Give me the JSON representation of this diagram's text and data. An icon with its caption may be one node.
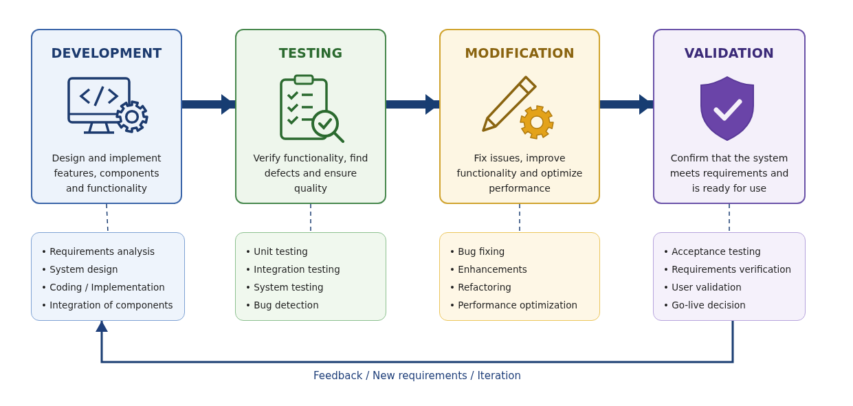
{
  "diagram": {
    "nodes": [
      {
        "text": [
          "DEVELOPMENT",
          "Design and implement features, components and functionality"
        ]
      },
      {
        "text": [
          "TESTING",
          "Verify functionality, find defects and ensure quality"
        ]
      },
      {
        "text": [
          "MODIFICATION",
          "Fix issues, improve functionality and optimize performance"
        ]
      },
      {
        "text": [
          "VALIDATION",
          "Confirm that the system meets requirements and is ready for use"
        ]
      },
      {
        "text": [
          "• Requirements analysis",
          "• System design",
          "• Coding / Implementation",
          "• Integration of components"
        ]
      },
      {
        "text": [
          "• Unit testing",
          "• Integration testing",
          "• System testing",
          "• Bug detection"
        ]
      },
      {
        "text": [
          "• Bug fixing",
          "• Enhancements",
          "• Refactoring",
          "• Performance optimization"
        ]
      },
      {
        "text": [
          "• Acceptance testing",
          "• Requirements verification",
          "• User validation",
          "• Go-live decision"
        ]
      }
    ],
    "edges": [
      {
        "from": 0,
        "to": 1,
        "arrow": "to",
        "style": "thick"
      },
      {
        "from": 1,
        "to": 2,
        "arrow": "to",
        "style": "thick"
      },
      {
        "from": 2,
        "to": 3,
        "arrow": "to",
        "style": "thick"
      },
      {
        "from": 0,
        "to": 4,
        "arrow": "none",
        "style": "dashed"
      },
      {
        "from": 1,
        "to": 5,
        "arrow": "none",
        "style": "dashed"
      },
      {
        "from": 2,
        "to": 6,
        "arrow": "none",
        "style": "dashed"
      },
      {
        "from": 3,
        "to": 7,
        "arrow": "none",
        "style": "dashed"
      },
      {
        "from": 7,
        "to": 4,
        "arrow": "to",
        "label": "Feedback / New requirements / Iteration"
      }
    ]
  }
}
